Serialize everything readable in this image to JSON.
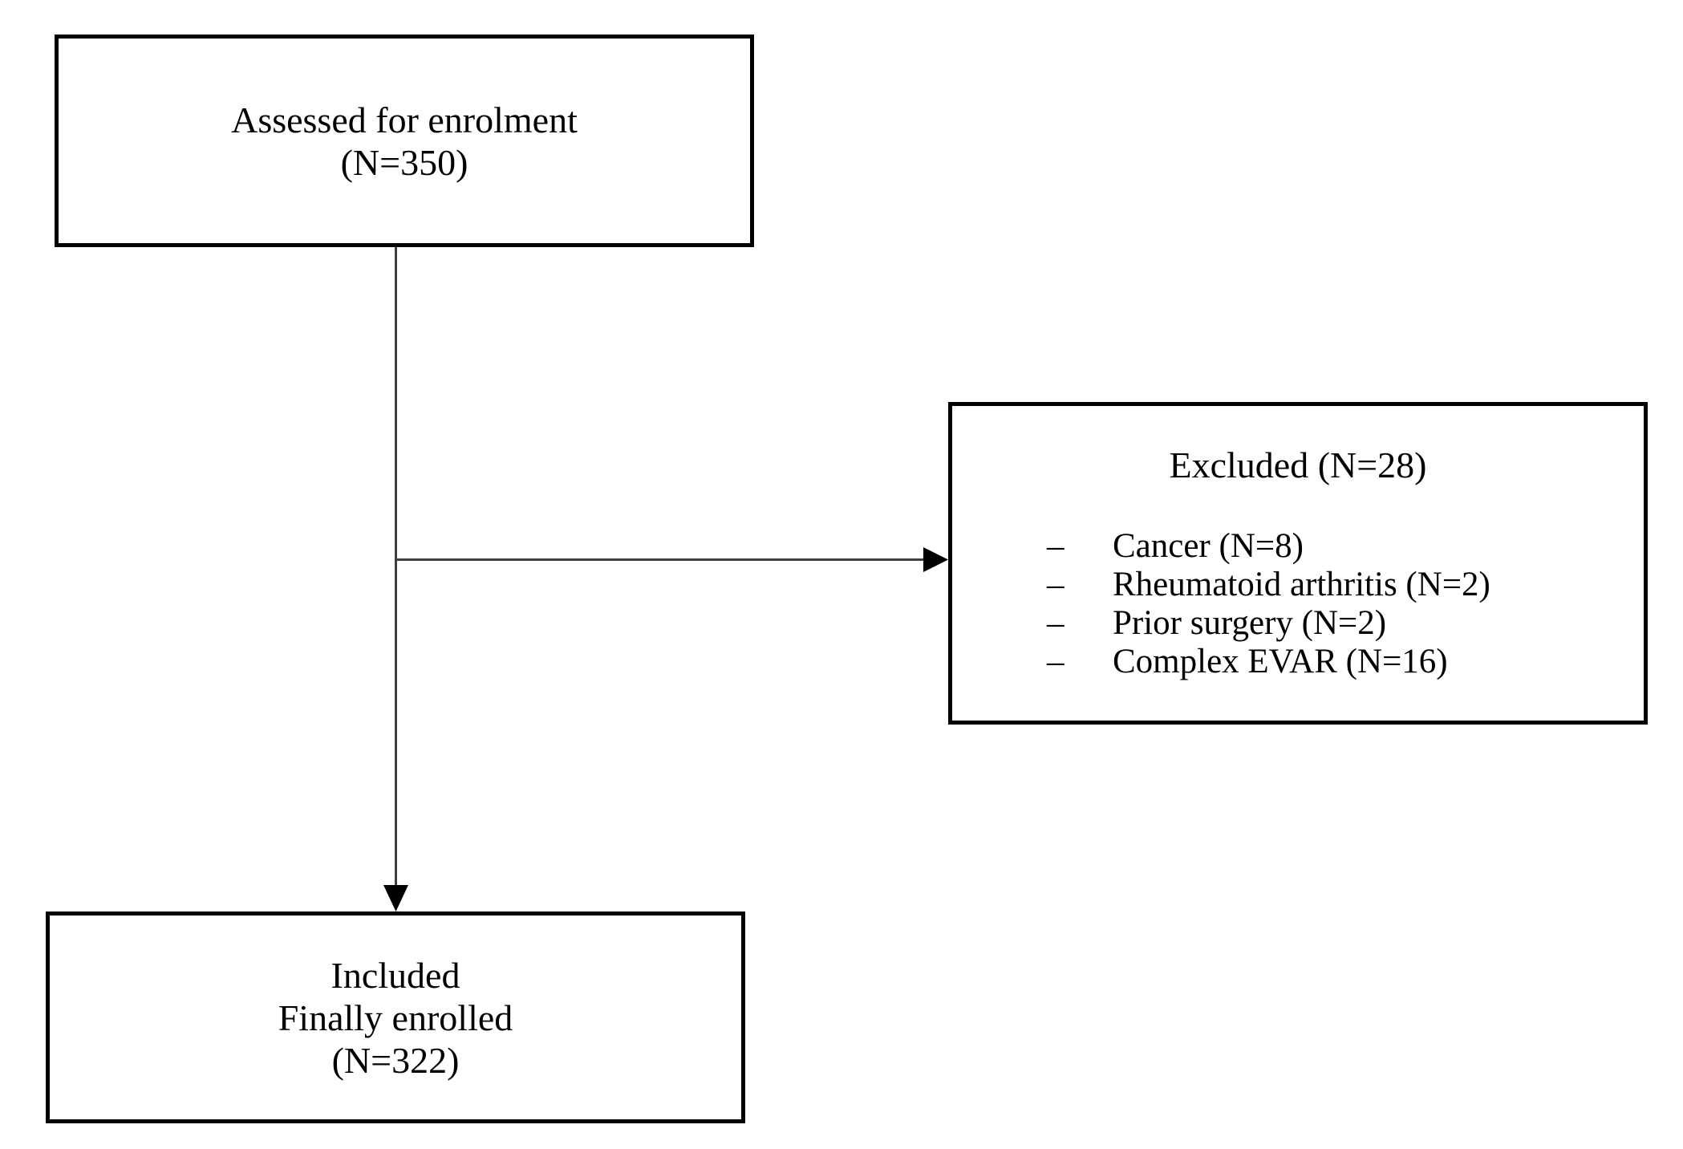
{
  "figure": {
    "boxes": {
      "assessed": {
        "line1": "Assessed for enrolment",
        "line2": "(N=350)"
      },
      "excluded": {
        "title": "Excluded (N=28)",
        "bullet_char": "–",
        "items": [
          "Cancer (N=8)",
          "Rheumatoid arthritis (N=2)",
          "Prior surgery (N=2)",
          "Complex EVAR (N=16)"
        ]
      },
      "included": {
        "line1": "Included",
        "line2": "Finally enrolled",
        "line3": "(N=322)"
      }
    },
    "colors": {
      "background": "#ffffff",
      "border": "#000000",
      "text": "#000000",
      "connector": "#404040",
      "arrowhead": "#000000"
    }
  }
}
